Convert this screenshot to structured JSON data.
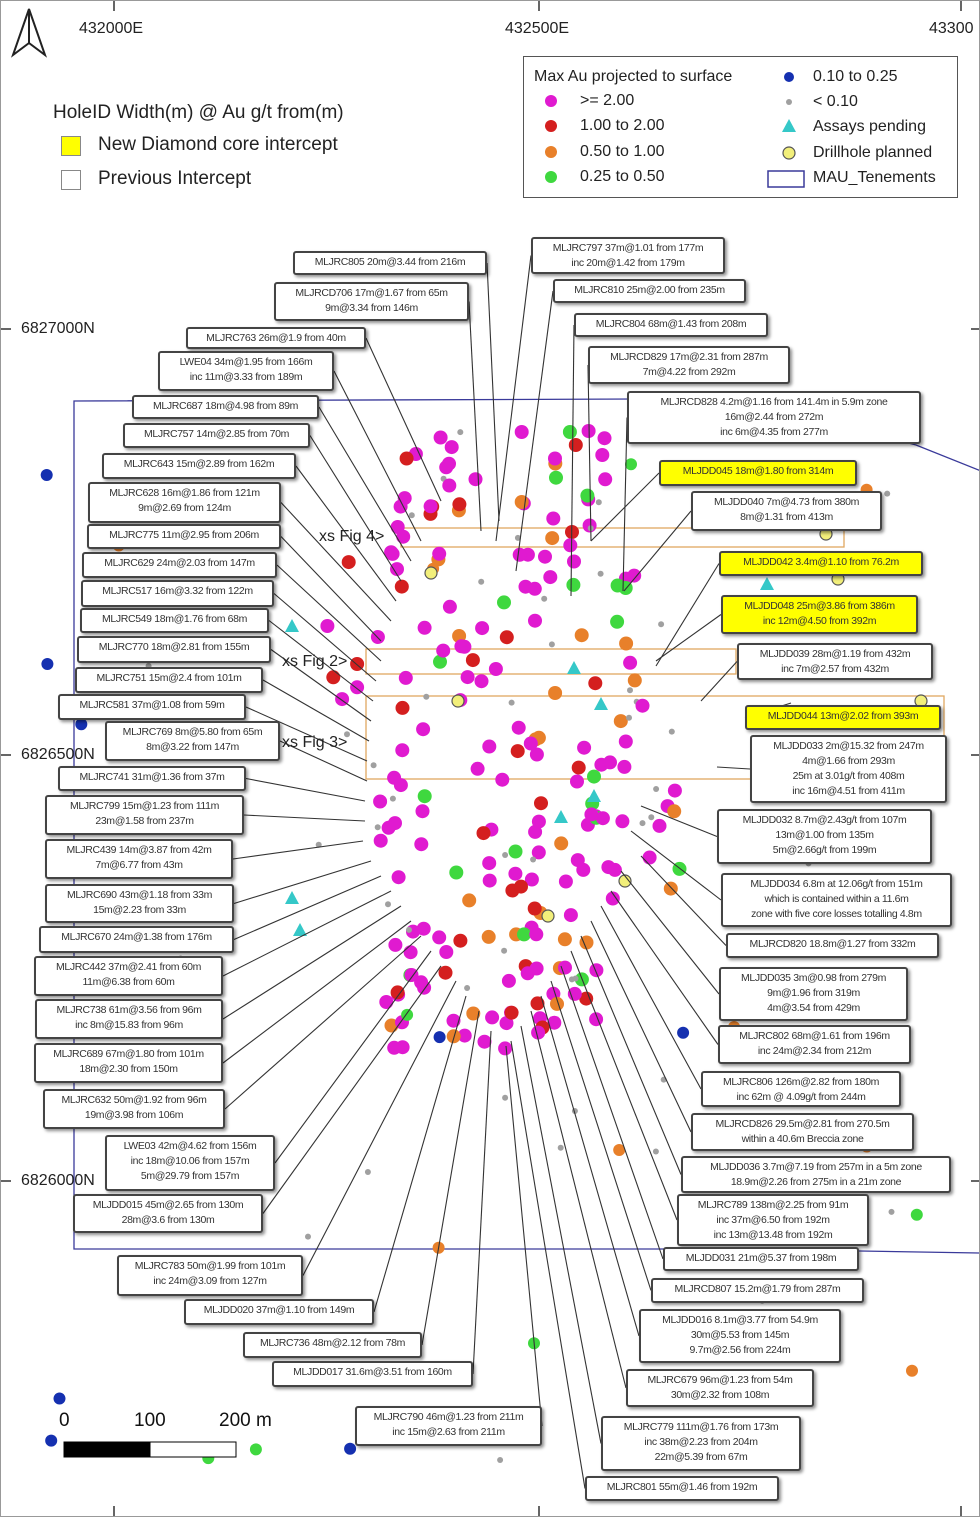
{
  "coords": {
    "easting": [
      "432000E",
      "432500E",
      "43300"
    ],
    "northing": [
      "6827000N",
      "6826500N",
      "6826000N"
    ]
  },
  "key": {
    "title": "HoleID Width(m) @ Au g/t from(m)",
    "new_label": "New Diamond core intercept",
    "prev_label": "Previous Intercept"
  },
  "legend": {
    "title": "Max Au projected to surface",
    "items": [
      {
        "label": ">= 2.00",
        "color": "#e01ad0"
      },
      {
        "label": "1.00 to 2.00",
        "color": "#d41f1f"
      },
      {
        "label": "0.50 to 1.00",
        "color": "#e8802a"
      },
      {
        "label": "0.25 to 0.50",
        "color": "#3fd83f"
      },
      {
        "label": "0.10 to 0.25",
        "color": "#1530b0"
      },
      {
        "label": "< 0.10",
        "color": "#a0a0a0"
      },
      {
        "label": "Assays pending",
        "color": "#35c8c8"
      },
      {
        "label": "Drillhole planned",
        "color": "#f2ef7a"
      },
      {
        "label": "MAU_Tenements",
        "color": "#3a3a9a"
      }
    ]
  },
  "sections": [
    "xs Fig 4>",
    "xs Fig 2>",
    "xs Fig 3>"
  ],
  "scale": {
    "ticks": [
      "0",
      "100",
      "200 m"
    ]
  },
  "labels": [
    {
      "lines": [
        "MLJRC805 20m@3.44 from 216m"
      ],
      "new": false
    },
    {
      "lines": [
        "MLJRCD706 17m@1.67 from 65m",
        "9m@3.34 from 146m"
      ],
      "new": false
    },
    {
      "lines": [
        "MLJRC763 26m@1.9 from 40m"
      ],
      "new": false
    },
    {
      "lines": [
        "LWE04 34m@1.95 from 166m",
        "inc 11m@3.33 from 189m"
      ],
      "new": false
    },
    {
      "lines": [
        "MLJRC687 18m@4.98 from 89m"
      ],
      "new": false
    },
    {
      "lines": [
        "MLJRC757 14m@2.85 from 70m"
      ],
      "new": false
    },
    {
      "lines": [
        "MLJRC643 15m@2.89 from 162m"
      ],
      "new": false
    },
    {
      "lines": [
        "MLJRC628 16m@1.86 from 121m",
        "9m@2.69 from 124m"
      ],
      "new": false
    },
    {
      "lines": [
        "MLJRC775 11m@2.95 from 206m"
      ],
      "new": false
    },
    {
      "lines": [
        "MLJRC629 24m@2.03 from 147m"
      ],
      "new": false
    },
    {
      "lines": [
        "MLJRC517 16m@3.32 from 122m"
      ],
      "new": false
    },
    {
      "lines": [
        "MLJRC549 18m@1.76 from 68m"
      ],
      "new": false
    },
    {
      "lines": [
        "MLJRC770 18m@2.81 from 155m"
      ],
      "new": false
    },
    {
      "lines": [
        "MLJRC751 15m@2.4 from 101m"
      ],
      "new": false
    },
    {
      "lines": [
        "MLJRC581 37m@1.08 from 59m"
      ],
      "new": false
    },
    {
      "lines": [
        "MLJRC769 8m@5.80 from 65m",
        "8m@3.22 from 147m"
      ],
      "new": false
    },
    {
      "lines": [
        "MLJRC741 31m@1.36 from 37m"
      ],
      "new": false
    },
    {
      "lines": [
        "MLJRC799 15m@1.23 from 111m",
        "23m@1.58 from 237m"
      ],
      "new": false
    },
    {
      "lines": [
        "MLJRC439 14m@3.87 from 42m",
        "7m@6.77 from 43m"
      ],
      "new": false
    },
    {
      "lines": [
        "MLJRC690 43m@1.18 from 33m",
        "15m@2.23 from 33m"
      ],
      "new": false
    },
    {
      "lines": [
        "MLJRC670 24m@1.38 from 176m"
      ],
      "new": false
    },
    {
      "lines": [
        "MLJRC442 37m@2.41 from 60m",
        "11m@6.38 from 60m"
      ],
      "new": false
    },
    {
      "lines": [
        "MLJRC738 61m@3.56 from 96m",
        "inc 8m@15.83 from 96m"
      ],
      "new": false
    },
    {
      "lines": [
        "MLJRC689 67m@1.80 from 101m",
        "18m@2.30 from 150m"
      ],
      "new": false
    },
    {
      "lines": [
        "MLJRC632 50m@1.92 from 96m",
        "19m@3.98 from 106m"
      ],
      "new": false
    },
    {
      "lines": [
        "LWE03 42m@4.62 from 156m",
        "inc 18m@10.06 from 157m",
        "5m@29.79 from 157m"
      ],
      "new": false
    },
    {
      "lines": [
        "MLJDD015 45m@2.65 from 130m",
        "28m@3.6 from 130m"
      ],
      "new": false
    },
    {
      "lines": [
        "MLJRC783 50m@1.99 from 101m",
        "inc 24m@3.09 from 127m"
      ],
      "new": false
    },
    {
      "lines": [
        "MLJDD020 37m@1.10 from 149m"
      ],
      "new": false
    },
    {
      "lines": [
        "MLJRC736 48m@2.12 from 78m"
      ],
      "new": false
    },
    {
      "lines": [
        "MLJDD017 31.6m@3.51 from 160m"
      ],
      "new": false
    },
    {
      "lines": [
        "MLJRC790 46m@1.23 from 211m",
        "inc 15m@2.63 from 211m"
      ],
      "new": false
    },
    {
      "lines": [
        "MLJRC797 37m@1.01 from 177m",
        "inc 20m@1.42 from 179m"
      ],
      "new": false
    },
    {
      "lines": [
        "MLJRC810 25m@2.00 from 235m"
      ],
      "new": false
    },
    {
      "lines": [
        "MLJRC804 68m@1.43 from 208m"
      ],
      "new": false
    },
    {
      "lines": [
        "MLJRCD829 17m@2.31 from 287m",
        "7m@4.22 from 292m"
      ],
      "new": false
    },
    {
      "lines": [
        "MLJRCD828 4.2m@1.16 from 141.4m in 5.9m zone",
        "16m@2.44 from 272m",
        "inc 6m@4.35 from 277m"
      ],
      "new": false
    },
    {
      "lines": [
        "MLJDD045 18m@1.80 from 314m"
      ],
      "new": true
    },
    {
      "lines": [
        "MLJDD040 7m@4.73 from 380m",
        "8m@1.31 from 413m"
      ],
      "new": false
    },
    {
      "lines": [
        "MLJDD042 3.4m@1.10 from 76.2m"
      ],
      "new": true
    },
    {
      "lines": [
        "MLJDD048 25m@3.86 from 386m",
        "inc 12m@4.50 from 392m"
      ],
      "new": true
    },
    {
      "lines": [
        "MLJDD039 28m@1.19 from 432m",
        "inc 7m@2.57 from 432m"
      ],
      "new": false
    },
    {
      "lines": [
        "MLJDD044 13m@2.02 from 393m"
      ],
      "new": true
    },
    {
      "lines": [
        "MLJDD033 2m@15.32 from 247m",
        "4m@1.66 from 293m",
        "25m at 3.01g/t from 408m",
        "inc 16m@4.51 from 411m"
      ],
      "new": false
    },
    {
      "lines": [
        "MLJDD032 8.7m@2.43g/t from 107m",
        "13m@1.00 from 135m",
        "5m@2.66g/t from 199m"
      ],
      "new": false
    },
    {
      "lines": [
        "MLJDD034 6.8m at 12.06g/t from 151m",
        "which is contained within a 11.6m",
        "zone with five core losses totalling 4.8m"
      ],
      "new": false
    },
    {
      "lines": [
        "MLJRCD820 18.8m@1.27 from 332m"
      ],
      "new": false
    },
    {
      "lines": [
        "MLJDD035 3m@0.98 from 279m",
        "9m@1.96 from 319m",
        "4m@3.54 from 429m"
      ],
      "new": false
    },
    {
      "lines": [
        "MLJRC802 68m@1.61 from 196m",
        "inc 24m@2.34 from 212m"
      ],
      "new": false
    },
    {
      "lines": [
        "MLJRC806 126m@2.82 from 180m",
        "inc 62m @ 4.09g/t from 244m"
      ],
      "new": false
    },
    {
      "lines": [
        "MLJRCD826 29.5m@2.81 from 270.5m",
        "within a 40.6m Breccia zone"
      ],
      "new": false
    },
    {
      "lines": [
        "MLJDD036 3.7m@7.19 from 257m in a 5m zone",
        "18.9m@2.26 from 275m in a 21m zone"
      ],
      "new": false
    },
    {
      "lines": [
        "MLJRC789 138m@2.25 from 91m",
        "inc 37m@6.50 from 192m",
        "inc 13m@13.48 from 192m"
      ],
      "new": false
    },
    {
      "lines": [
        "MLJDD031 21m@5.37 from 198m"
      ],
      "new": false
    },
    {
      "lines": [
        "MLJRCD807 15.2m@1.79 from 287m"
      ],
      "new": false
    },
    {
      "lines": [
        "MLJDD016 8.1m@3.77 from 54.9m",
        "30m@5.53 from 145m",
        "9.7m@2.56 from 224m"
      ],
      "new": false
    },
    {
      "lines": [
        "MLJRC679 96m@1.23 from 54m",
        "30m@2.32 from 108m"
      ],
      "new": false
    },
    {
      "lines": [
        "MLJRC779 111m@1.76 from 173m",
        "inc 38m@2.23 from 204m",
        "22m@5.39 from 67m"
      ],
      "new": false
    },
    {
      "lines": [
        "MLJRC801 55m@1.46 from 192m"
      ],
      "new": false
    }
  ]
}
